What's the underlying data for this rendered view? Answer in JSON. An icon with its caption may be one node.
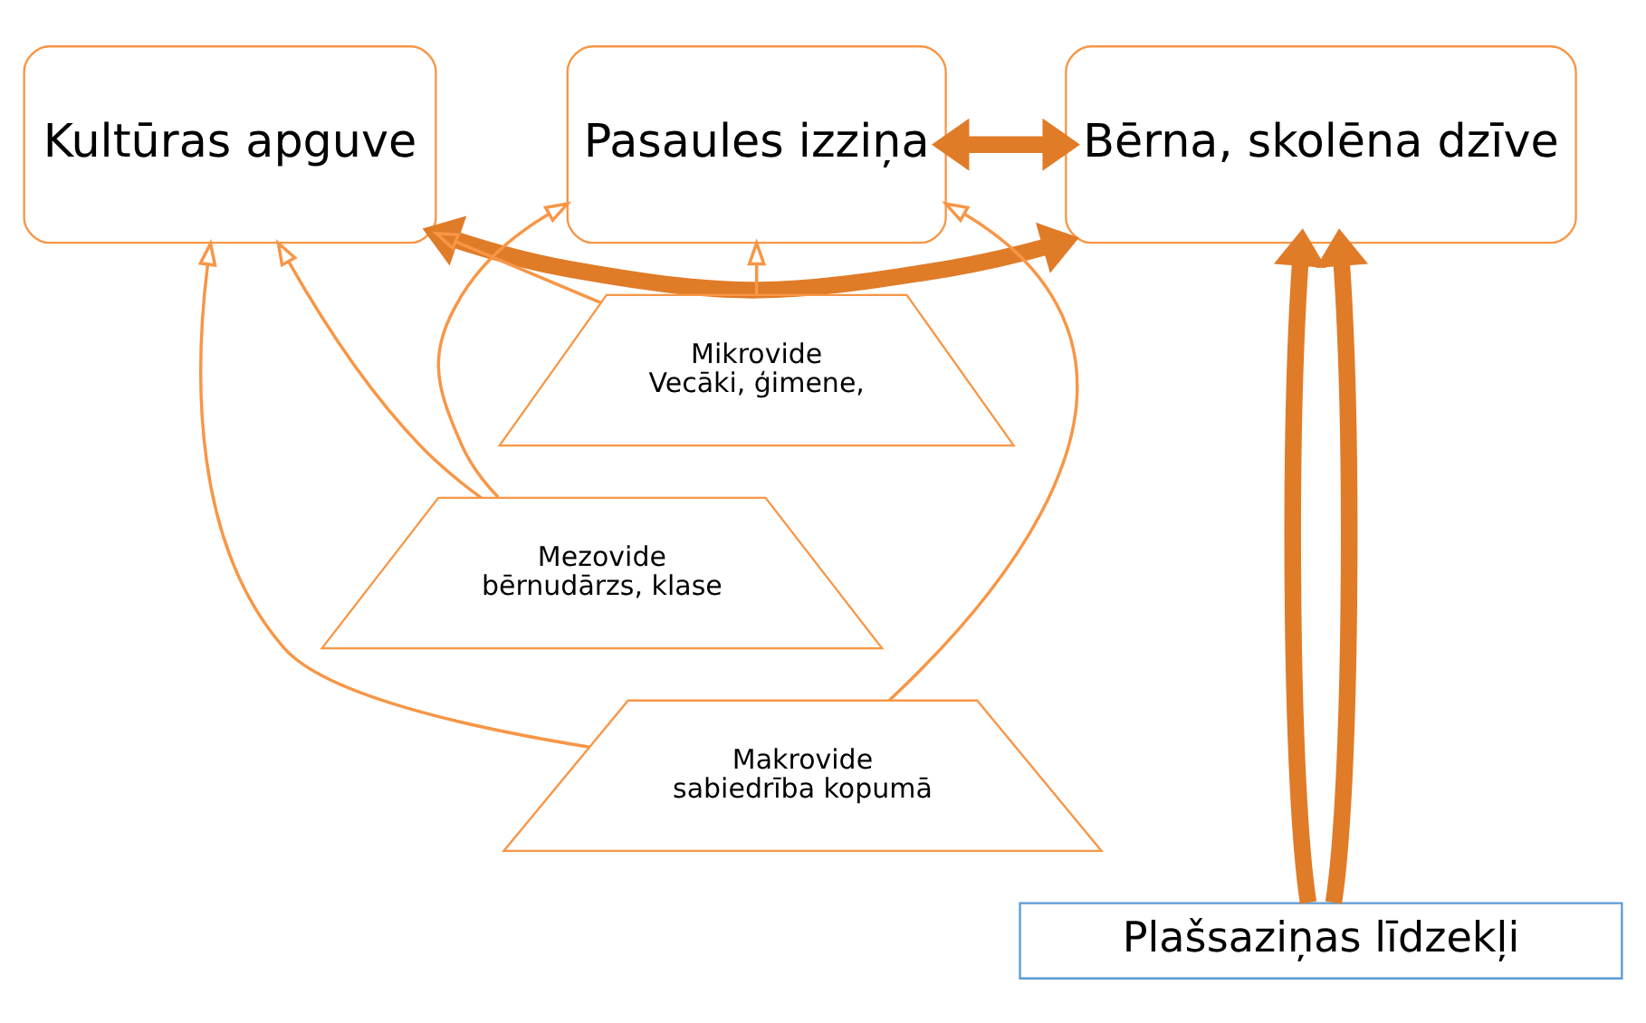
{
  "diagram": {
    "nodes": [
      {
        "text": [
          "Pasaules izziņa"
        ]
      },
      {
        "text": [
          "Bērna, skolēna dzīve"
        ]
      },
      {
        "text": [
          "Kultūras apguve"
        ]
      },
      {
        "text": [
          "Mikrovide",
          "Vecāki, ģimene,"
        ]
      },
      {
        "text": [
          "Mezovide",
          "bērnudārzs, klase"
        ]
      },
      {
        "text": [
          "Makrovide",
          "sabiedrība kopumā"
        ]
      },
      {
        "text": [
          "Plašsaziņas līdzekļi"
        ]
      }
    ],
    "edges": [
      {
        "from": 0,
        "to": 1,
        "arrow": "both",
        "style": "thick"
      },
      {
        "from": 1,
        "to": 2,
        "arrow": "both",
        "style": "thick"
      },
      {
        "from": 6,
        "to": 1,
        "arrow": "to",
        "style": "thick"
      },
      {
        "from": 6,
        "to": 1,
        "arrow": "to",
        "style": "thick"
      },
      {
        "from": 5,
        "to": 0,
        "arrow": "to"
      },
      {
        "from": 4,
        "to": 0,
        "arrow": "to"
      },
      {
        "from": 3,
        "to": 0,
        "arrow": "to"
      },
      {
        "from": 3,
        "to": 2,
        "arrow": "to"
      },
      {
        "from": 4,
        "to": 2,
        "arrow": "to"
      },
      {
        "from": 5,
        "to": 2,
        "arrow": "to"
      }
    ]
  }
}
